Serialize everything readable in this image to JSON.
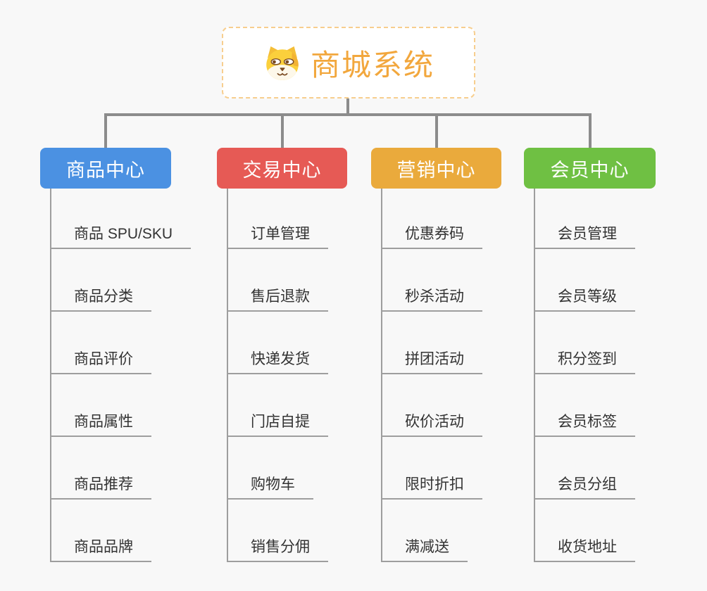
{
  "colors": {
    "page_bg": "#F8F8F8",
    "connector": "#8C8C8C",
    "leaf_line": "#9E9E9E",
    "leaf_text": "#333333",
    "root_text": "#F2A73D",
    "root_border": "#F7CE8E",
    "root_bg": "#FFFFFF",
    "branch_text": "#FFFFFF"
  },
  "root": {
    "label": "商城系统",
    "icon": "dog-face-icon"
  },
  "branches": [
    {
      "id": "product-center",
      "label": "商品中心",
      "color": "#4B91E2",
      "children": [
        "商品 SPU/SKU",
        "商品分类",
        "商品评价",
        "商品属性",
        "商品推荐",
        "商品品牌"
      ]
    },
    {
      "id": "trade-center",
      "label": "交易中心",
      "color": "#E65A55",
      "children": [
        "订单管理",
        "售后退款",
        "快递发货",
        "门店自提",
        "购物车",
        "销售分佣"
      ]
    },
    {
      "id": "marketing-center",
      "label": "营销中心",
      "color": "#EAAA3C",
      "children": [
        "优惠券码",
        "秒杀活动",
        "拼团活动",
        "砍价活动",
        "限时折扣",
        "满减送"
      ]
    },
    {
      "id": "member-center",
      "label": "会员中心",
      "color": "#6FC043",
      "children": [
        "会员管理",
        "会员等级",
        "积分签到",
        "会员标签",
        "会员分组",
        "收货地址"
      ]
    }
  ]
}
